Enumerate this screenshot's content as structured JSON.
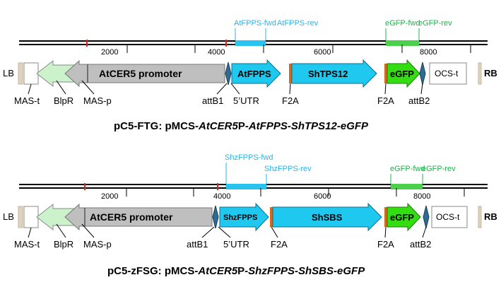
{
  "panels": [
    {
      "ruler": {
        "ticks": [
          "2000",
          "4000",
          "6000",
          "8000"
        ]
      },
      "primers": {
        "blue_fwd": "AtFPPS-fwd",
        "blue_rev": "AtFPPS-rev",
        "green_fwd": "eGFP-fwd",
        "green_rev": "eGFP-rev"
      },
      "elements": {
        "lb": "LB",
        "rb": "RB",
        "promoter": "AtCER5 promoter",
        "gene1": "AtFPPS",
        "gene2": "ShTPS12",
        "egfp": "eGFP",
        "ocs": "OCS-t"
      },
      "labels": {
        "mas_t": "MAS-t",
        "blpr": "BlpR",
        "mas_p": "MAS-p",
        "attb1": "attB1",
        "utr": "5’UTR",
        "f2a_1": "F2A",
        "f2a_2": "F2A",
        "attb2": "attB2"
      },
      "caption": {
        "prefix": "pC5-FTG: pMCS-",
        "italic1": "AtCER5",
        "mid": "P-",
        "italic2": "AtFPPS-ShTPS12-eGFP"
      }
    },
    {
      "ruler": {
        "ticks": [
          "2000",
          "4000",
          "6000",
          "8000"
        ]
      },
      "primers": {
        "blue_fwd": "ShzFPPS-fwd",
        "blue_rev": "ShzFPPS-rev",
        "green_fwd": "eGFP-fwd",
        "green_rev": "eGFP-rev"
      },
      "elements": {
        "lb": "LB",
        "rb": "RB",
        "promoter": "AtCER5 promoter",
        "gene1": "ShzFPPS",
        "gene2": "ShSBS",
        "egfp": "eGFP",
        "ocs": "OCS-t"
      },
      "labels": {
        "mas_t": "MAS-t",
        "blpr": "BlpR",
        "mas_p": "MAS-p",
        "attb1": "attB1",
        "utr": "5’UTR",
        "f2a_1": "F2A",
        "f2a_2": "F2A",
        "attb2": "attB2"
      },
      "caption": {
        "prefix": "pC5-zFSG: pMCS-",
        "italic1": "AtCER5",
        "mid": "P-",
        "italic2": "ShzFPPS-ShSBS-eGFP"
      }
    }
  ],
  "colors": {
    "promoter_gray": "#bfbfbf",
    "blpr_green": "#ccf2cc",
    "gene_cyan": "#1ec8ef",
    "egfp_green": "#33dd11",
    "f2a_orange": "#d9661a",
    "att_blue": "#2e6c93",
    "primer_blue": "#2bb3e6",
    "primer_green": "#22b04b",
    "border_tan": "#c8b49a"
  }
}
